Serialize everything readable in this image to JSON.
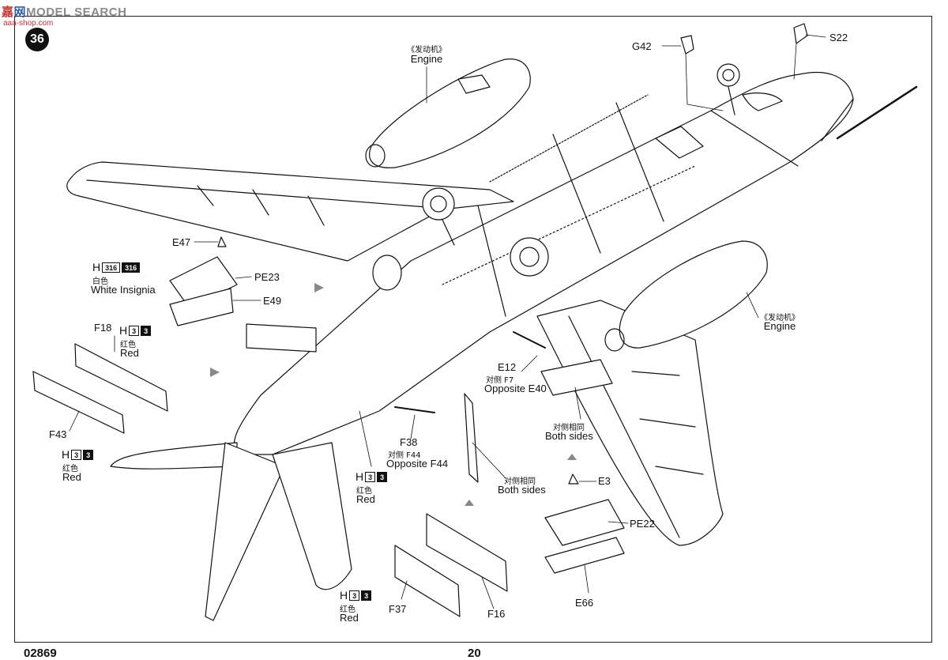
{
  "watermark": {
    "brand": "MODEL SEARCH",
    "brand_part1": "嘉",
    "brand_part2": "网",
    "sub": "aaa-shop.com"
  },
  "step": "36",
  "labels": {
    "engine_top_cn": "《发动机》",
    "engine_top_en": "Engine",
    "engine_right_cn": "《发动机》",
    "engine_right_en": "Engine",
    "g42": "G42",
    "s22": "S22",
    "e47": "E47",
    "pe23": "PE23",
    "e49": "E49",
    "f18": "F18",
    "f43": "F43",
    "e12": "E12",
    "e12_cn": "对侧 F7",
    "e12_en": "Opposite E40",
    "both_right_cn": "对侧相同",
    "both_right_en": "Both sides",
    "f38": "F38",
    "f38_cn": "对侧 F44",
    "f38_en": "Opposite F44",
    "both_mid_cn": "对侧相同",
    "both_mid_en": "Both sides",
    "e3": "E3",
    "pe22": "PE22",
    "e66": "E66",
    "f37": "F37",
    "f16": "F16"
  },
  "paints": {
    "white": {
      "letter": "H",
      "code1": "316",
      "code2": "316",
      "cn": "白色",
      "en": "White Insignia"
    },
    "red_f18": {
      "letter": "H",
      "code1": "3",
      "code2": "3",
      "cn": "红色",
      "en": "Red"
    },
    "red_f43": {
      "letter": "H",
      "code1": "3",
      "code2": "3",
      "cn": "红色",
      "en": "Red"
    },
    "red_mid": {
      "letter": "H",
      "code1": "3",
      "code2": "3",
      "cn": "红色",
      "en": "Red"
    },
    "red_bottom": {
      "letter": "H",
      "code1": "3",
      "code2": "3",
      "cn": "红色",
      "en": "Red"
    }
  },
  "footer": {
    "code": "02869",
    "page": "20"
  }
}
